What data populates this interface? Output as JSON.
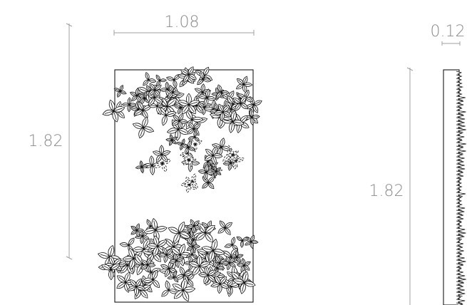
{
  "front_view": {
    "width_label": "1.08",
    "height_label": "1.82"
  },
  "side_view": {
    "depth_label": "0.12",
    "height_label": "1.82"
  },
  "colors": {
    "dimension": "#8a8a8a",
    "outline": "#000000",
    "background": "#ffffff"
  }
}
